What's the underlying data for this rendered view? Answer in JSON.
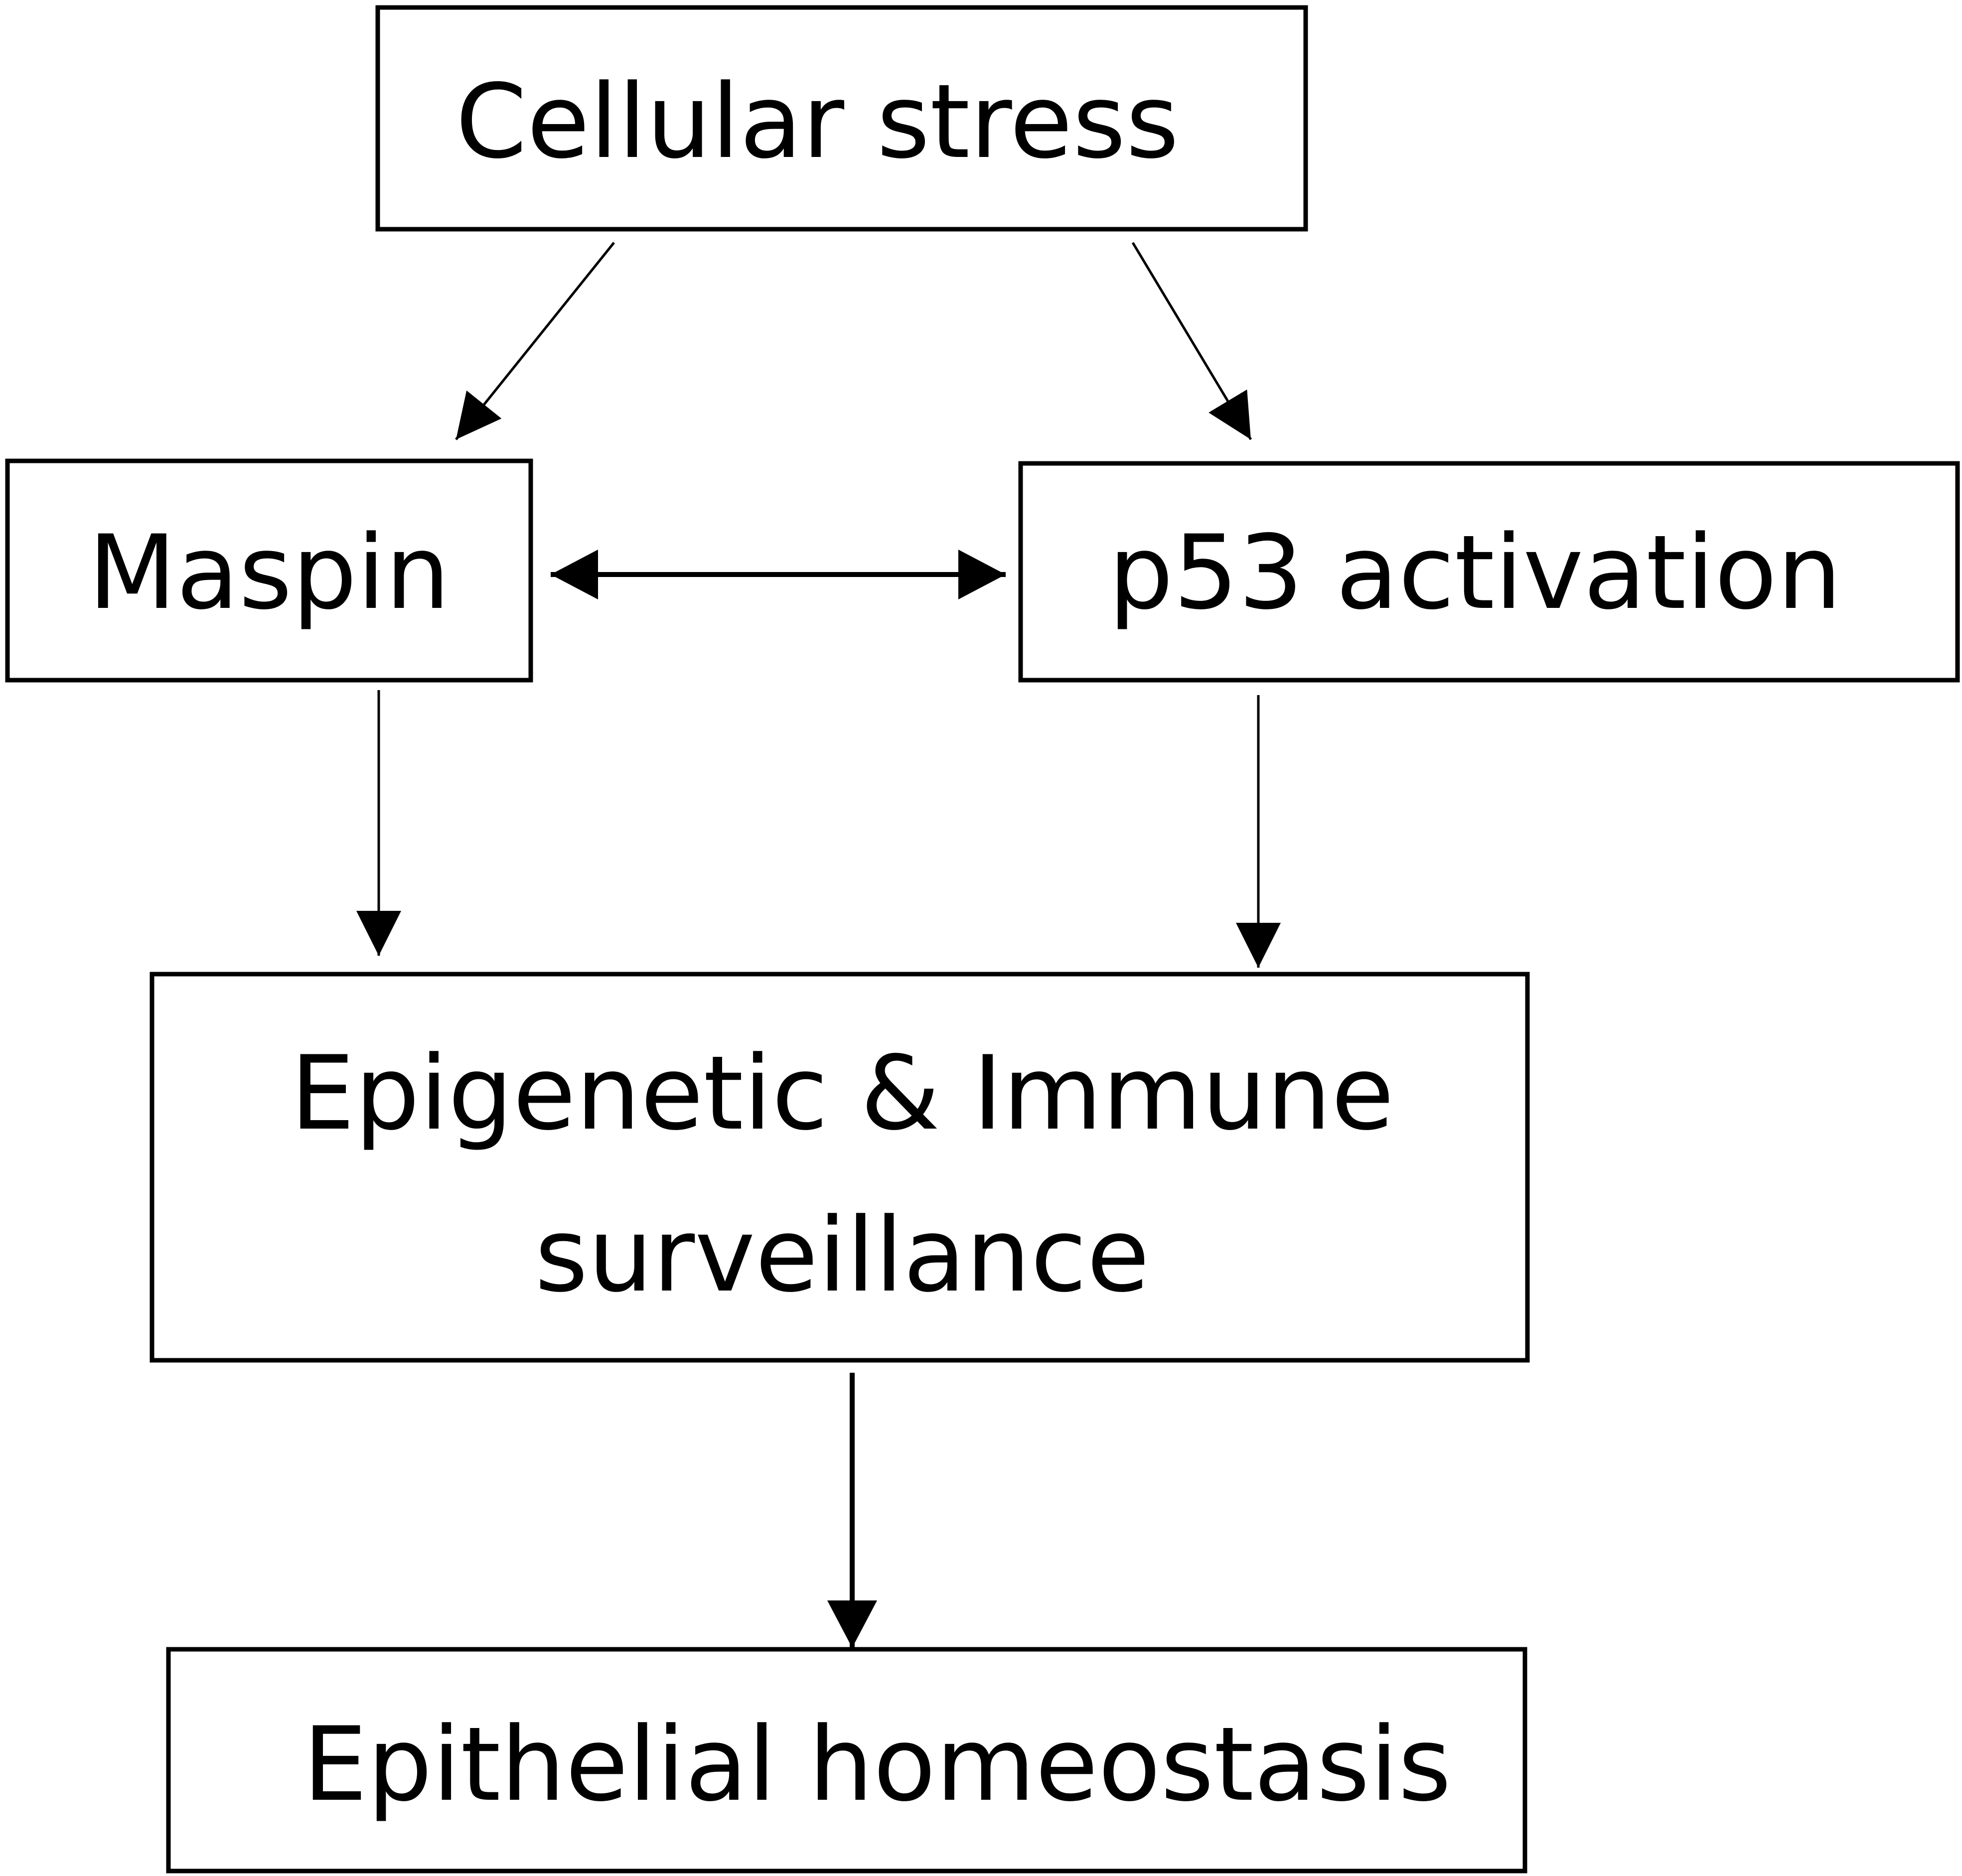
{
  "nodes": {
    "cellular_stress": {
      "label": "Cellular stress"
    },
    "maspin": {
      "label": "Maspin"
    },
    "p53_activation": {
      "label": "p53 activation"
    },
    "epigenetic_immune": {
      "line1": "Epigenetic & Immune",
      "line2": "surveillance"
    },
    "epithelial_homeostasis": {
      "label": "Epithelial homeostasis"
    }
  },
  "edges": [
    {
      "from": "cellular_stress",
      "to": "maspin",
      "direction": "forward"
    },
    {
      "from": "cellular_stress",
      "to": "p53_activation",
      "direction": "forward"
    },
    {
      "from": "maspin",
      "to": "p53_activation",
      "direction": "bidirectional"
    },
    {
      "from": "maspin",
      "to": "epigenetic_immune",
      "direction": "forward"
    },
    {
      "from": "p53_activation",
      "to": "epigenetic_immune",
      "direction": "forward"
    },
    {
      "from": "epigenetic_immune",
      "to": "epithelial_homeostasis",
      "direction": "forward"
    }
  ]
}
